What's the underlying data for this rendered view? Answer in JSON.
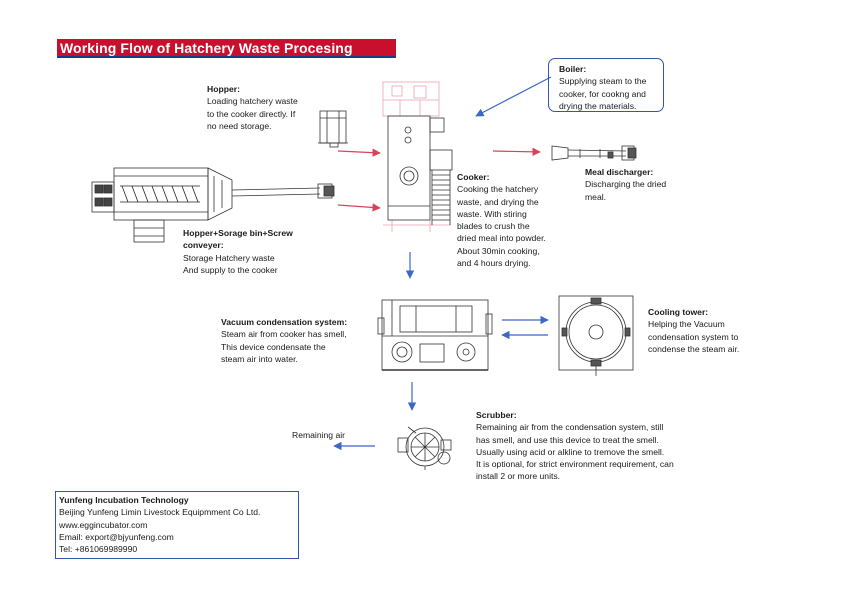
{
  "title": "Working Flow of Hatchery Waste Procesing",
  "colors": {
    "title_bg": "#c8102e",
    "title_underline": "#1a3a8c",
    "arrow_red": "#d9435a",
    "arrow_blue": "#3b68c8",
    "box_border": "#3355aa"
  },
  "hopper": {
    "heading": "Hopper:",
    "lines": [
      "Loading hatchery waste",
      "to the cooker directly. If",
      "no need storage."
    ]
  },
  "hopper_bin": {
    "heading": "Hopper+Sorage bin+Screw",
    "heading2": "conveyer:",
    "lines": [
      "Storage Hatchery waste",
      "And supply to the cooker"
    ]
  },
  "boiler": {
    "heading": "Boiler:",
    "lines": [
      "Supplying steam to the",
      "cooker, for cookng and",
      "drying the materials."
    ]
  },
  "cooker": {
    "heading": "Cooker:",
    "lines": [
      "Cooking the hatchery",
      "waste, and drying the",
      "waste. With stiring",
      "blades to crush the",
      "dried meal into powder.",
      "About 30min cooking,",
      "and 4 hours drying."
    ]
  },
  "meal_discharger": {
    "heading": "Meal discharger:",
    "lines": [
      "Discharging the dried",
      "meal."
    ]
  },
  "vacuum": {
    "heading": "Vacuum condensation system:",
    "lines": [
      "Steam air from cooker has smell,",
      "This device condensate the",
      "steam air into water."
    ]
  },
  "cooling": {
    "heading": "Cooling tower:",
    "lines": [
      "Helping the Vacuum",
      "condensation system to",
      "condense the steam air."
    ]
  },
  "scrubber": {
    "heading": "Scrubber:",
    "lines": [
      "Remaining air from the condensation system, still",
      "has smell, and use this device to treat the smell.",
      "Usually using acid or alkline to tremove the smell.",
      "It is optional, for strict environment requirement, can",
      "install 2 or more units."
    ]
  },
  "remaining_air": "Remaining air",
  "contact": {
    "company": "Yunfeng Incubation Technology",
    "lines": [
      "Beijing Yunfeng Limin Livestock Equipmment Co Ltd.",
      "www.eggincubator.com",
      "Email: export@bjyunfeng.com",
      "Tel: +861069989990"
    ]
  }
}
